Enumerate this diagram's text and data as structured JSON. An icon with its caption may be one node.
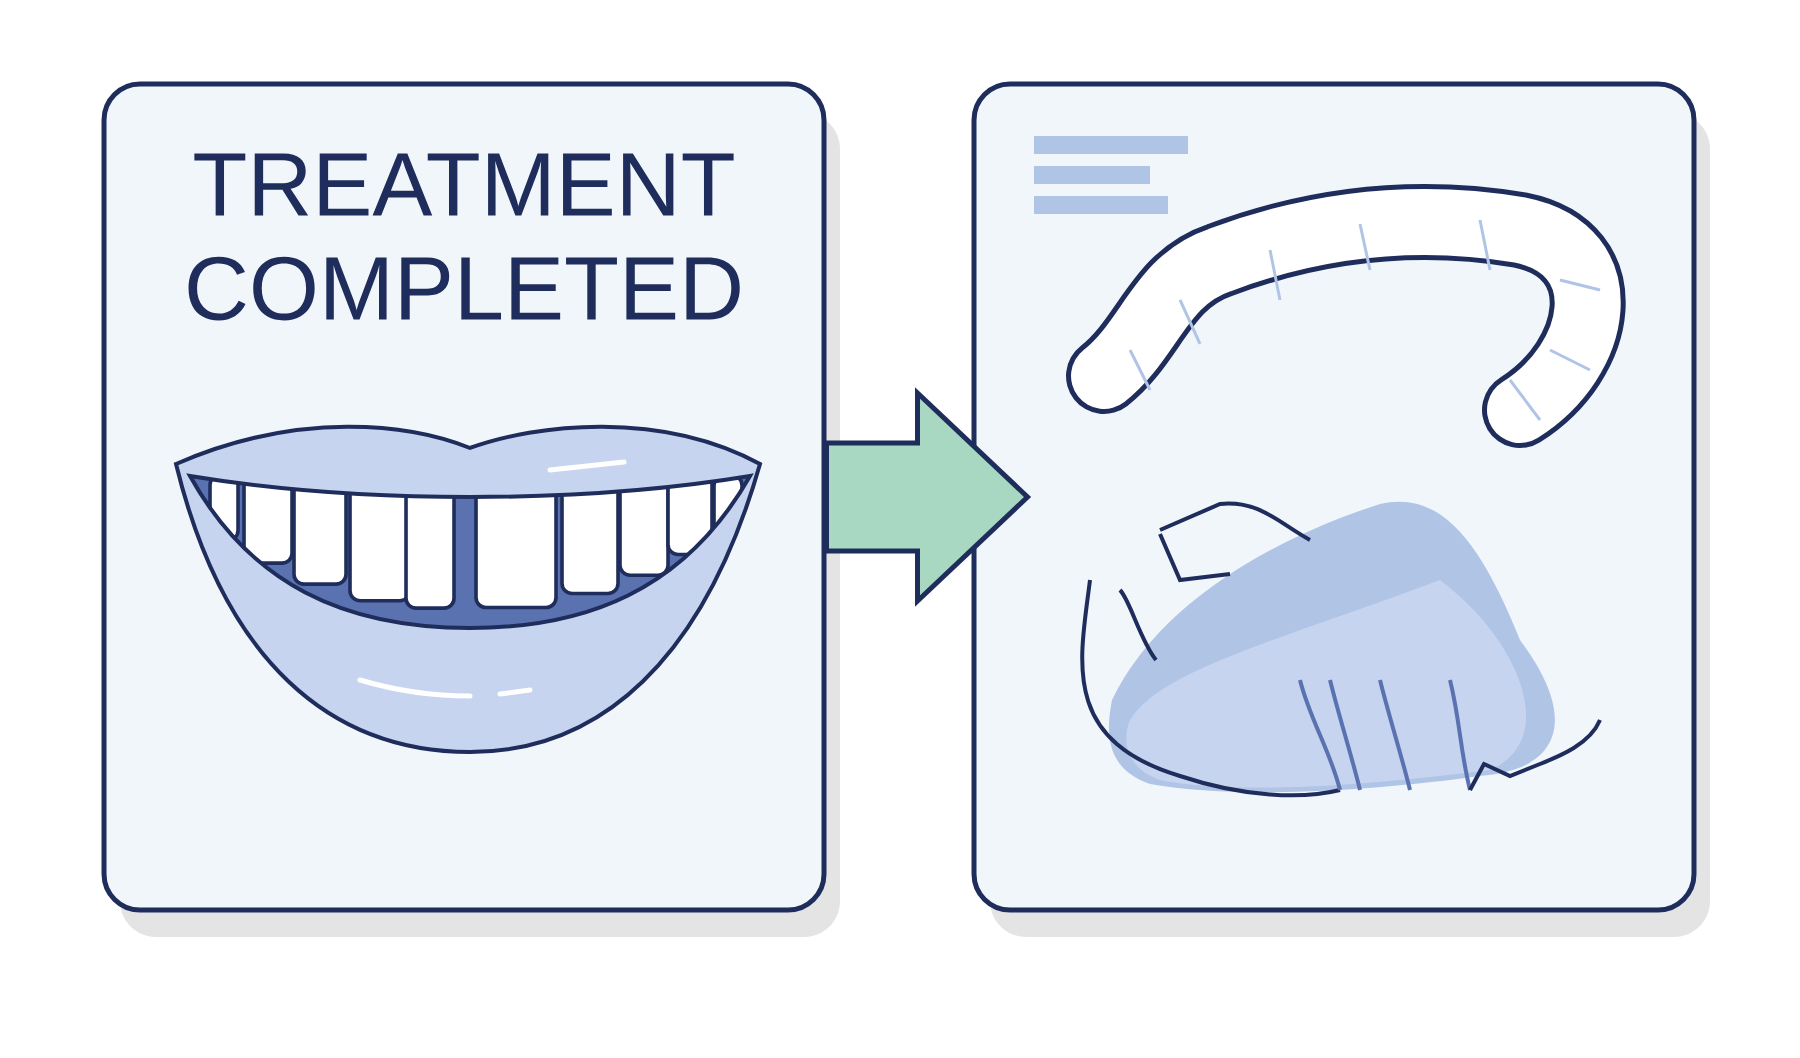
{
  "diagram": {
    "nodes": [
      {
        "text": [
          "TREATMENT COMPLETED"
        ]
      },
      {
        "text": [],
        "shape": "box"
      }
    ],
    "edges": [
      {
        "from": 0,
        "to": 1,
        "arrow": "to"
      }
    ]
  }
}
